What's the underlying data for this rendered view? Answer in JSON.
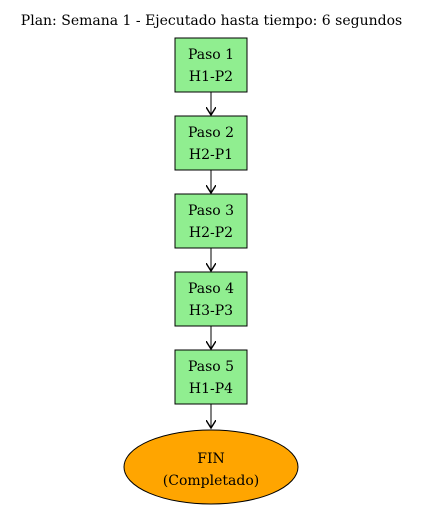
{
  "title": "Plan: Semana 1 - Ejecutado hasta tiempo: 6 segundos",
  "colors": {
    "step_fill": "#90ee90",
    "end_fill": "#ffa500",
    "stroke": "#000000",
    "background": "#ffffff"
  },
  "steps": [
    {
      "label": "Paso 1",
      "pair": "H1-P2"
    },
    {
      "label": "Paso 2",
      "pair": "H2-P1"
    },
    {
      "label": "Paso 3",
      "pair": "H2-P2"
    },
    {
      "label": "Paso 4",
      "pair": "H3-P3"
    },
    {
      "label": "Paso 5",
      "pair": "H1-P4"
    }
  ],
  "end_node": {
    "label": "FIN",
    "status": "(Completado)"
  }
}
